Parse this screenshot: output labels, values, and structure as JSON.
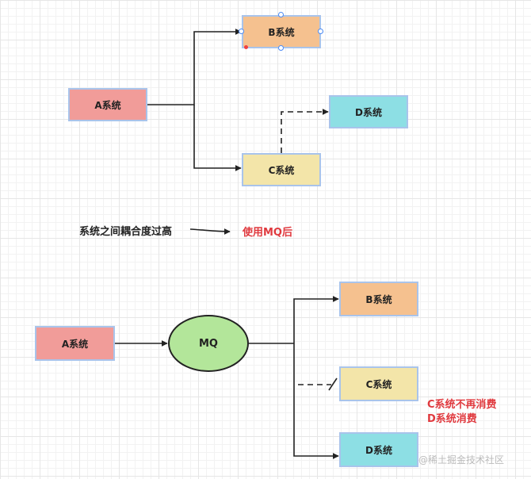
{
  "top": {
    "a": "A系统",
    "b": "B系统",
    "c": "C系统",
    "d": "D系统"
  },
  "middle": {
    "coupling": "系统之间耦合度过高",
    "after": "使用MQ后"
  },
  "bottom": {
    "a": "A系统",
    "mq": "MQ",
    "b": "B系统",
    "c": "C系统",
    "d": "D系统",
    "note_line1": "C系统不再消费",
    "note_line2": "D系统消费"
  },
  "watermark": "@稀土掘金技术社区",
  "colors": {
    "red_box": "#f19c99",
    "orange_box": "#f5c18f",
    "cyan_box": "#8ddfe4",
    "yellow_box": "#f3e5a9",
    "mq_fill": "#b3e69a",
    "note_text": "#e0393e"
  }
}
